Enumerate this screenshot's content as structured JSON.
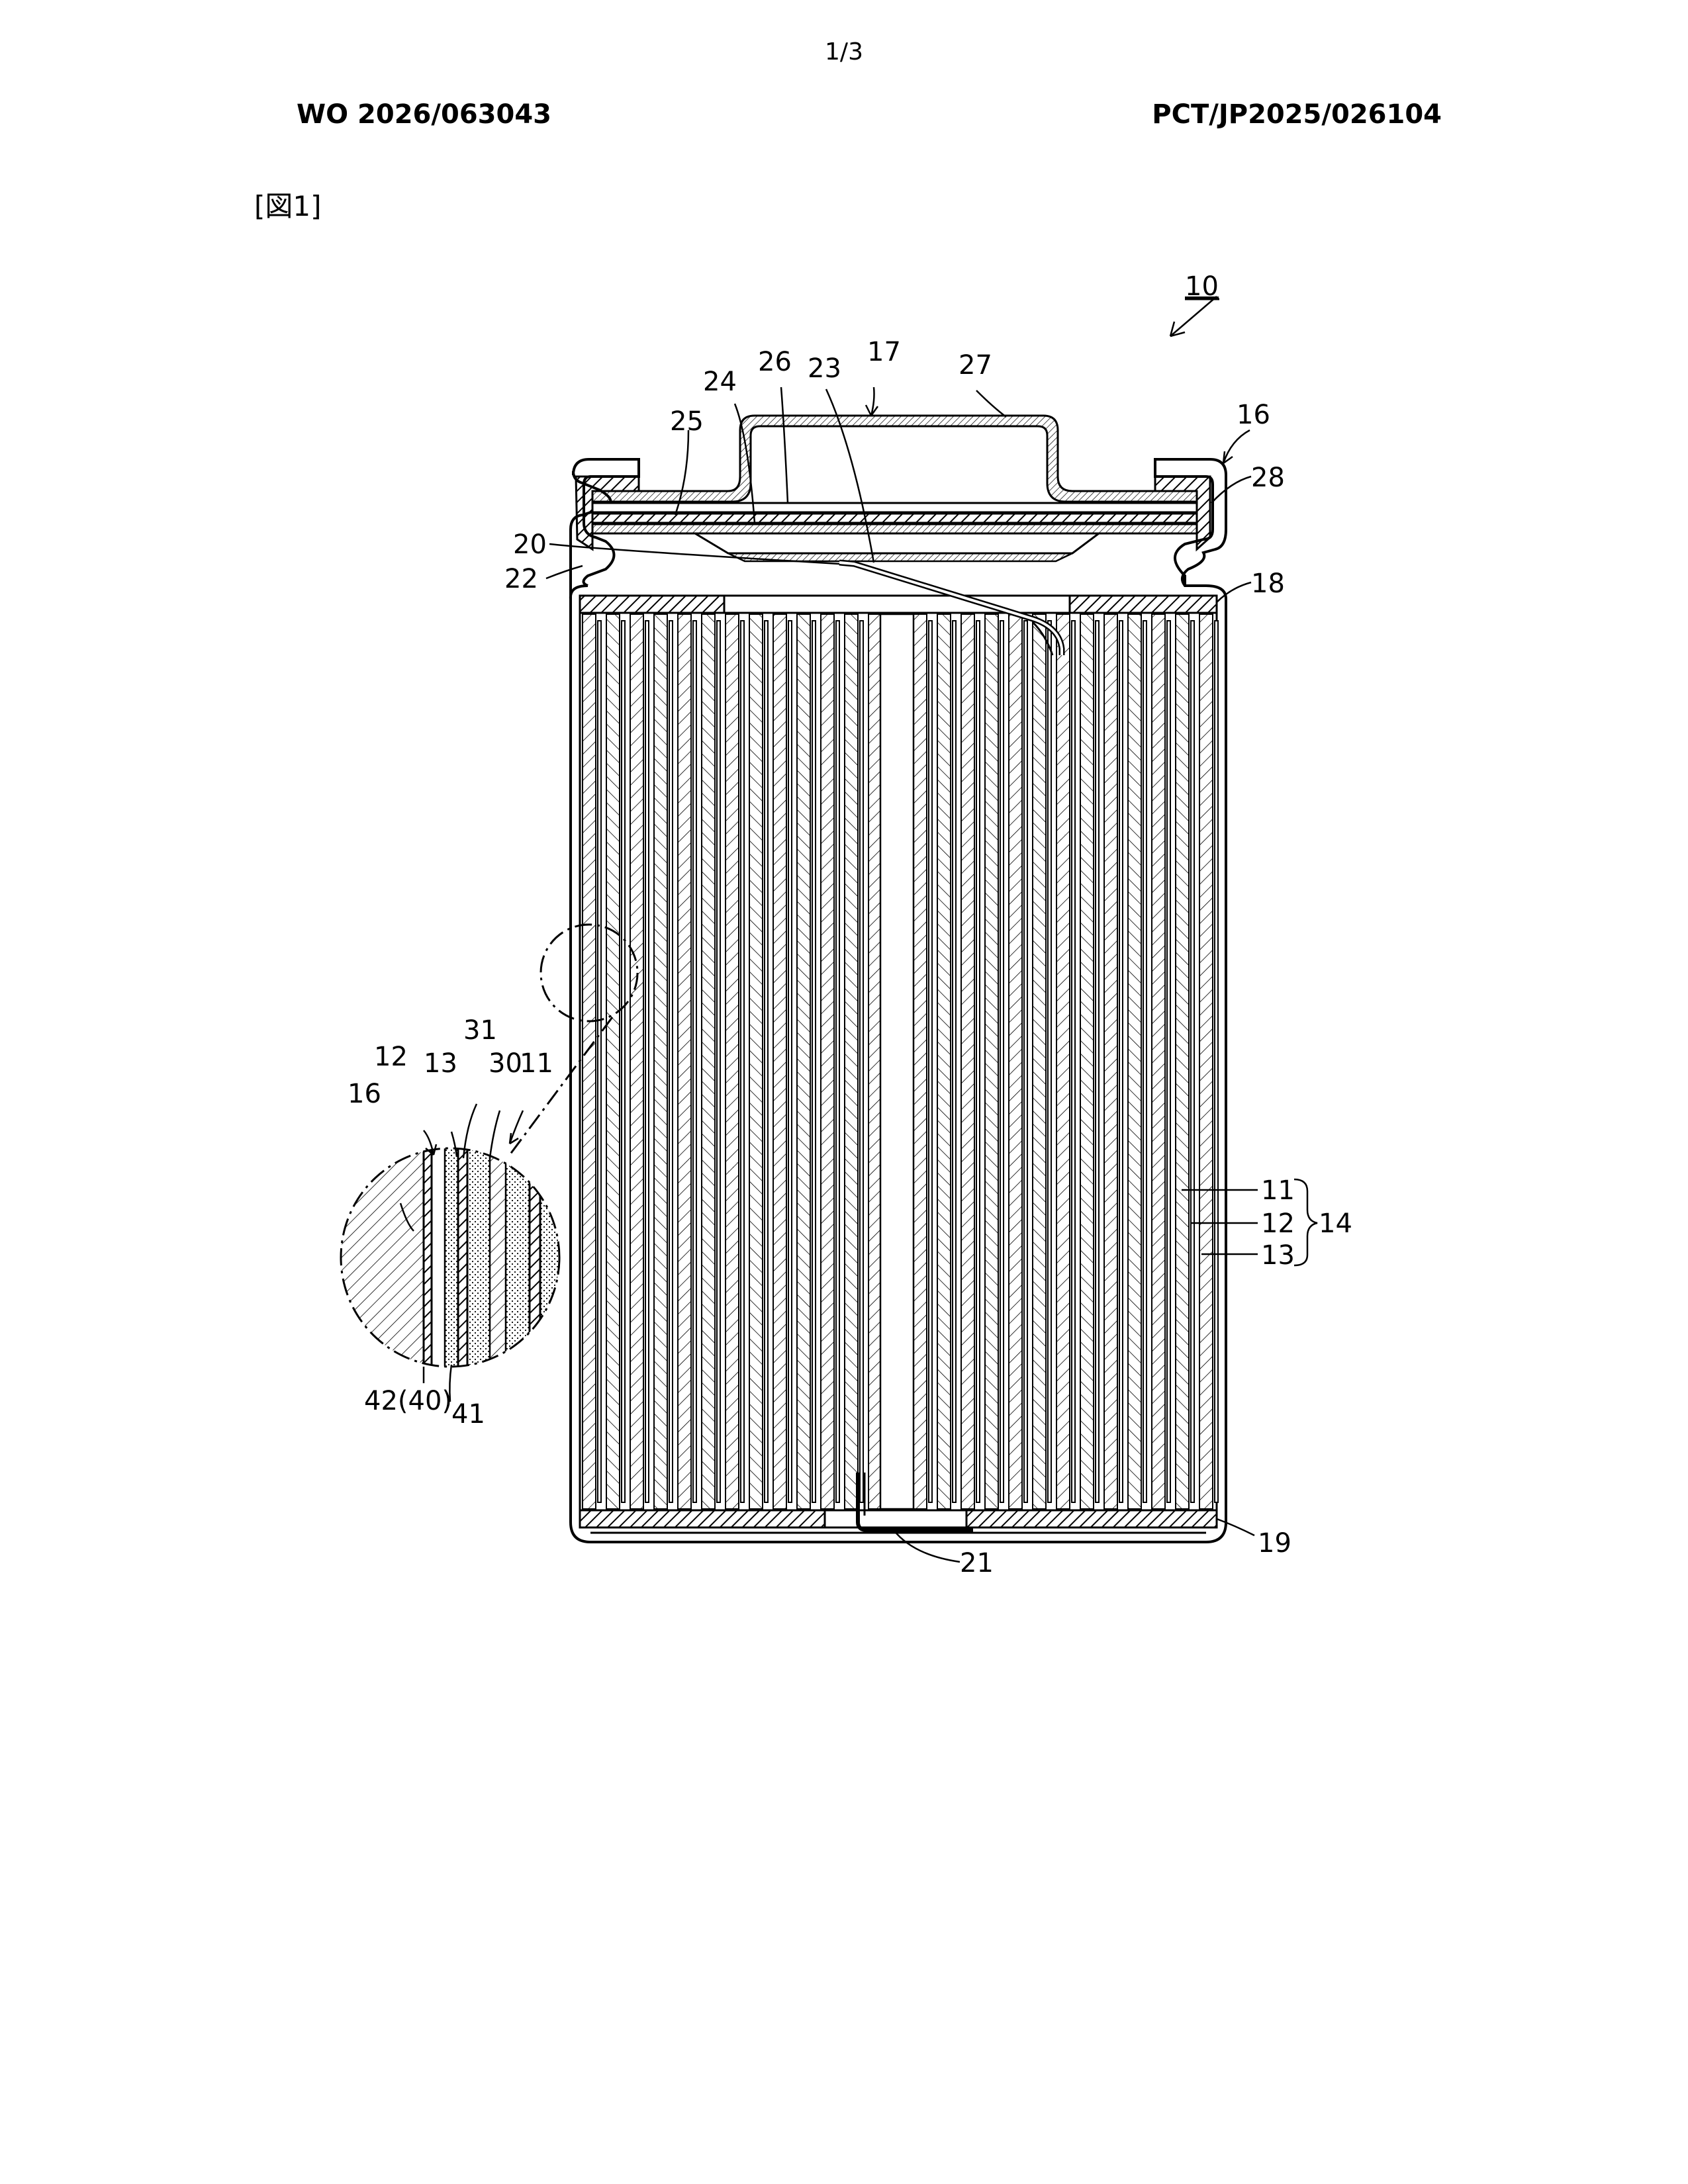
{
  "page": {
    "number": "1/3"
  },
  "header": {
    "publication_number": "WO 2026/063043",
    "application_number": "PCT/JP2025/026104"
  },
  "figure": {
    "label": "[図1]",
    "ref_labels": {
      "r10": "10",
      "r16a": "16",
      "r17": "17",
      "r18": "18",
      "r19": "19",
      "r20": "20",
      "r21": "21",
      "r22": "22",
      "r23": "23",
      "r24": "24",
      "r25": "25",
      "r26": "26",
      "r27": "27",
      "r28": "28",
      "r11a": "11",
      "r12a": "12",
      "r13a": "13",
      "r14": "14",
      "d16": "16",
      "d12": "12",
      "d13": "13",
      "d31": "31",
      "d30": "30",
      "d11": "11",
      "d4240": "42(40)",
      "d41": "41"
    }
  }
}
